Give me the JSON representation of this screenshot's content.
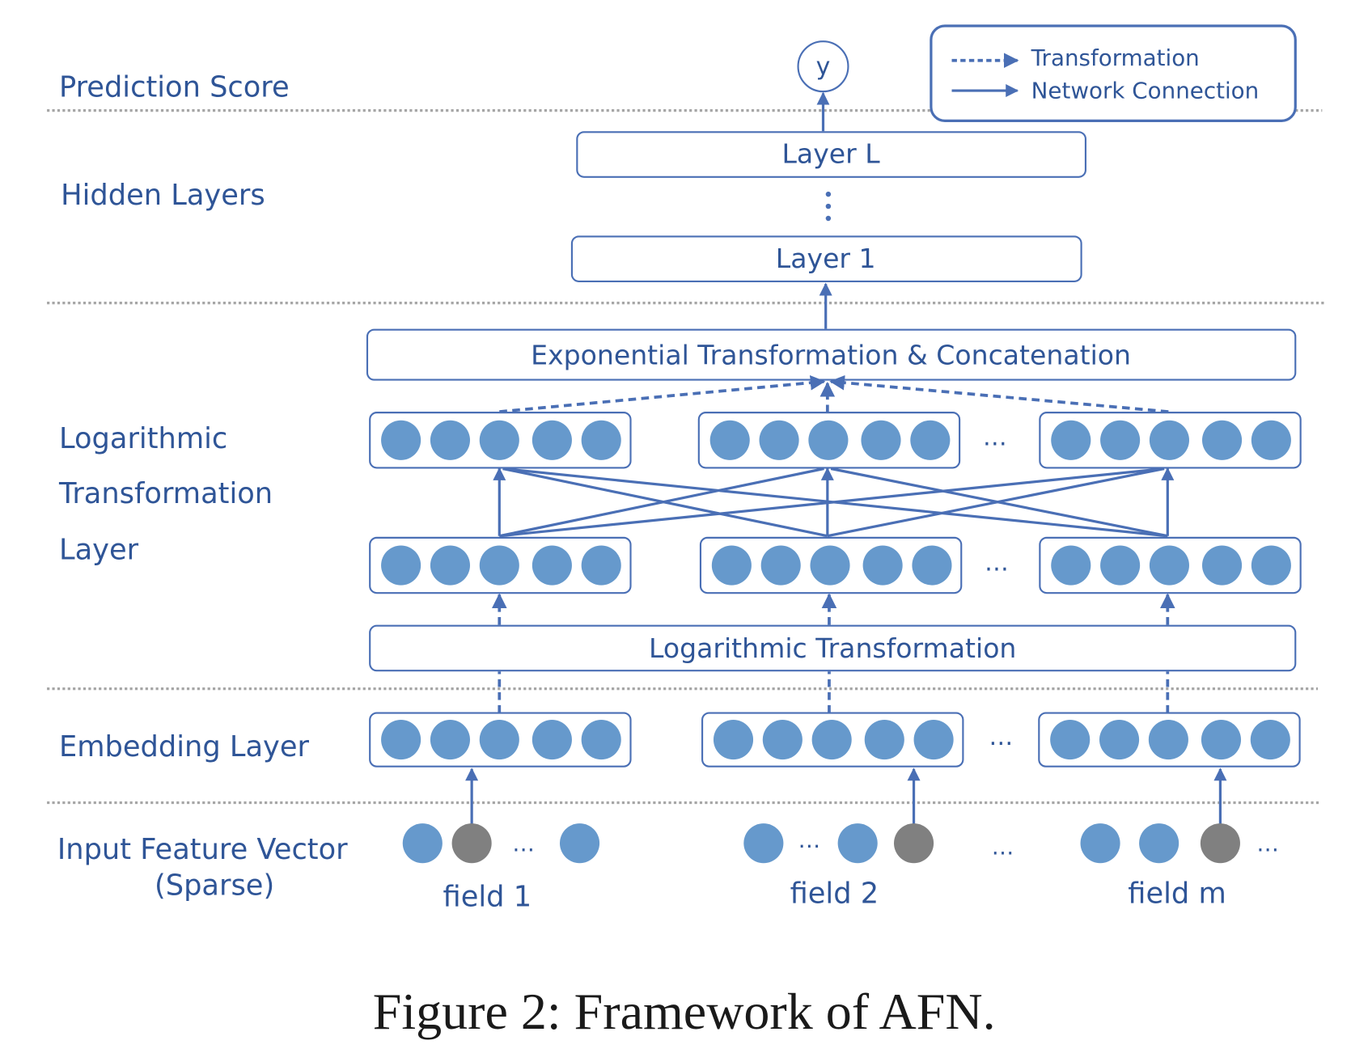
{
  "figure": {
    "caption": "Figure 2: Framework of AFN.",
    "colors": {
      "text": "#2f5597",
      "line": "#4a6fb5",
      "node_active": "#6699cc",
      "node_inactive": "#808080",
      "separator": "#a6a6a6",
      "caption": "#1a1a1a"
    }
  },
  "legend": {
    "transformation": "Transformation",
    "network_connection": "Network Connection"
  },
  "sections": {
    "prediction": "Prediction Score",
    "hidden": "Hidden Layers",
    "log_line1": "Logarithmic",
    "log_line2": "Transformation",
    "log_line3": "Layer",
    "embedding": "Embedding Layer",
    "input_line1": "Input Feature Vector",
    "input_line2": "(Sparse)"
  },
  "nodes": {
    "output": "y",
    "layer_top": "Layer L",
    "layer_bottom": "Layer 1",
    "exp_box": "Exponential Transformation & Concatenation",
    "log_box": "Logarithmic Transformation",
    "ellipsis": "…",
    "vdots": "⋮"
  },
  "fields": [
    "field 1",
    "field 2",
    "field m"
  ]
}
